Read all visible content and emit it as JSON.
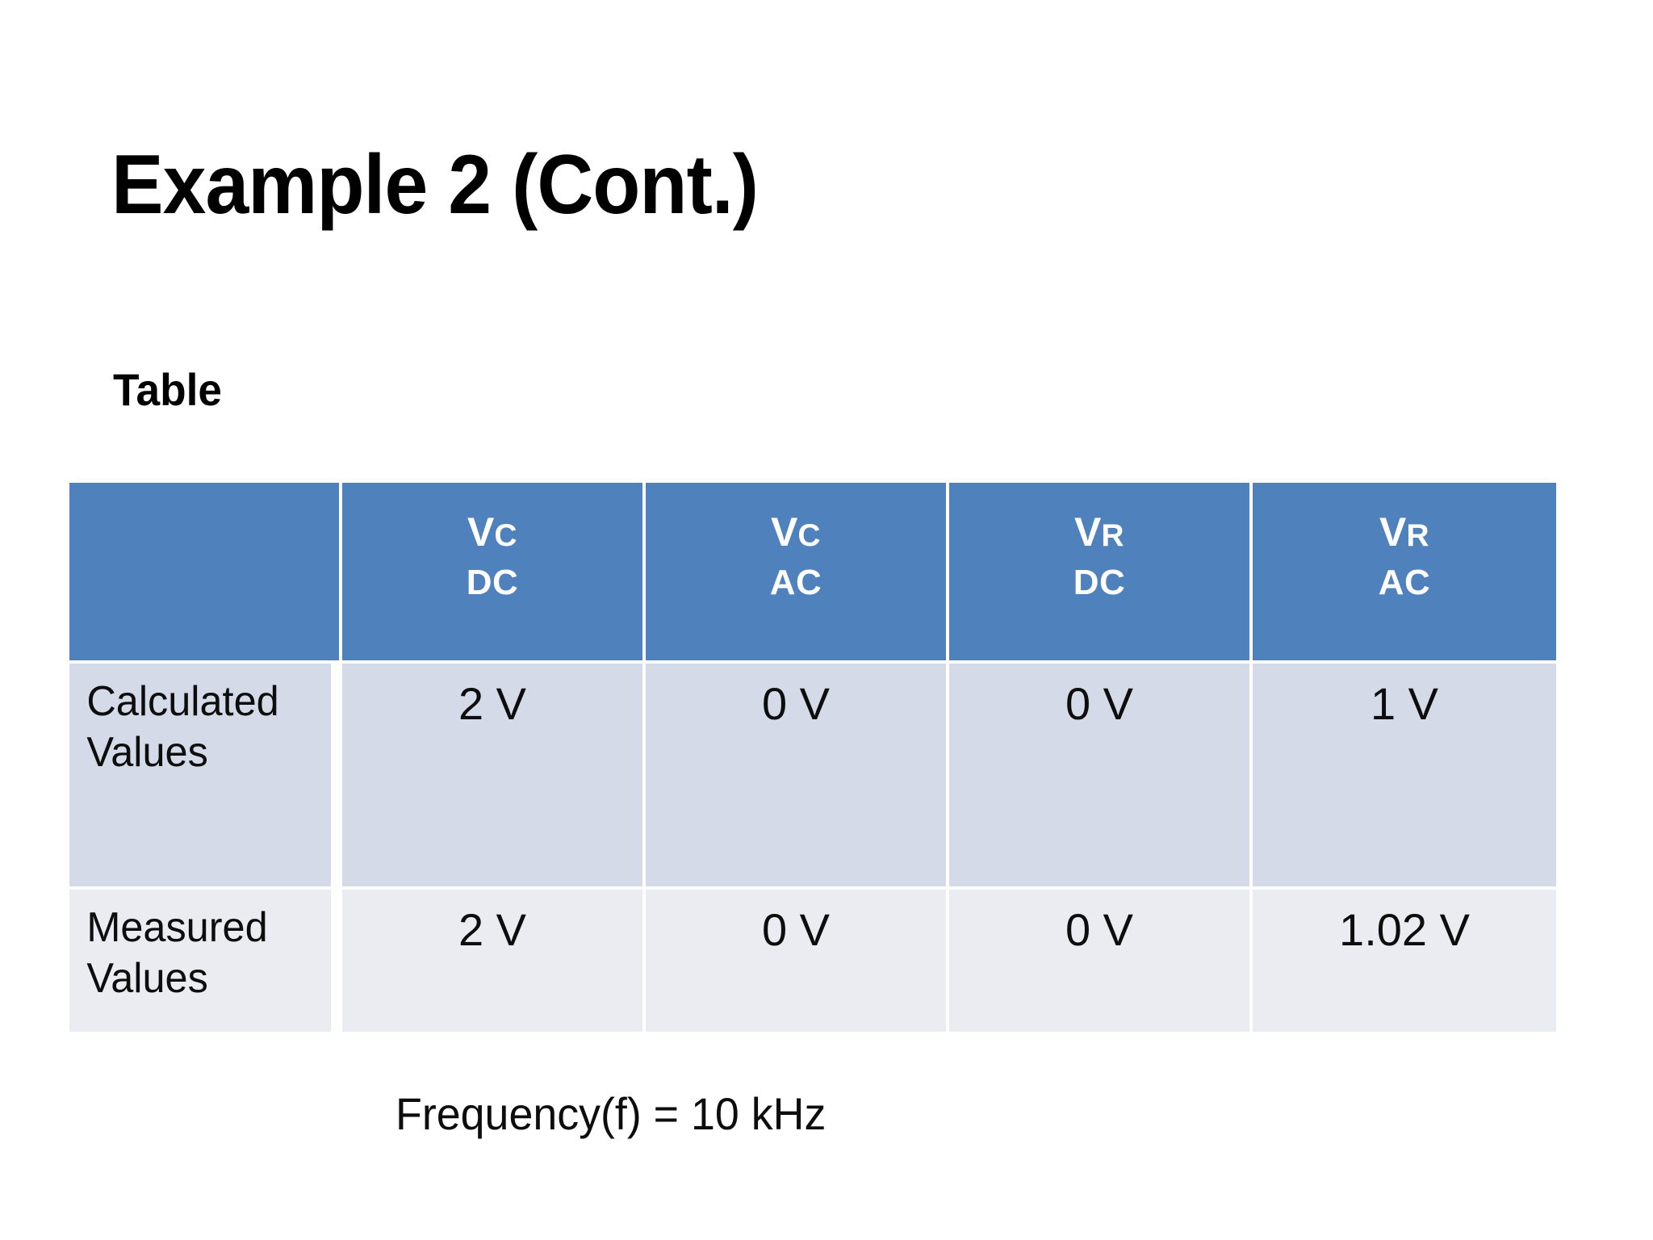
{
  "slide": {
    "title": "Example 2 (Cont.)",
    "sub_heading": "Table",
    "caption": "Frequency(f) = 10 kHz",
    "colors": {
      "header_blue": "#4F81BD",
      "row_calculated_bg": "#D4DAE8",
      "row_measured_bg": "#EAECF1",
      "header_text": "#FFFFFF",
      "body_text": "#0D0D0D",
      "background": "#FFFFFF"
    }
  },
  "table": {
    "corner_label": "",
    "columns": [
      {
        "symbol_main": "V",
        "symbol_sub": "C",
        "mode": "DC",
        "full": "Vc DC"
      },
      {
        "symbol_main": "V",
        "symbol_sub": "C",
        "mode": "AC",
        "full": "Vc AC"
      },
      {
        "symbol_main": "V",
        "symbol_sub": "R",
        "mode": "DC",
        "full": "VR DC"
      },
      {
        "symbol_main": "V",
        "symbol_sub": "R",
        "mode": "AC",
        "full": "VR AC"
      }
    ],
    "rows": [
      {
        "label_line1": "Calculated",
        "label_line2": "Values",
        "values": [
          "2 V",
          "0 V",
          "0 V",
          "1 V"
        ]
      },
      {
        "label_line1": "Measured",
        "label_line2": "Values",
        "values": [
          "2 V",
          "0 V",
          "0 V",
          "1.02 V"
        ]
      }
    ]
  }
}
